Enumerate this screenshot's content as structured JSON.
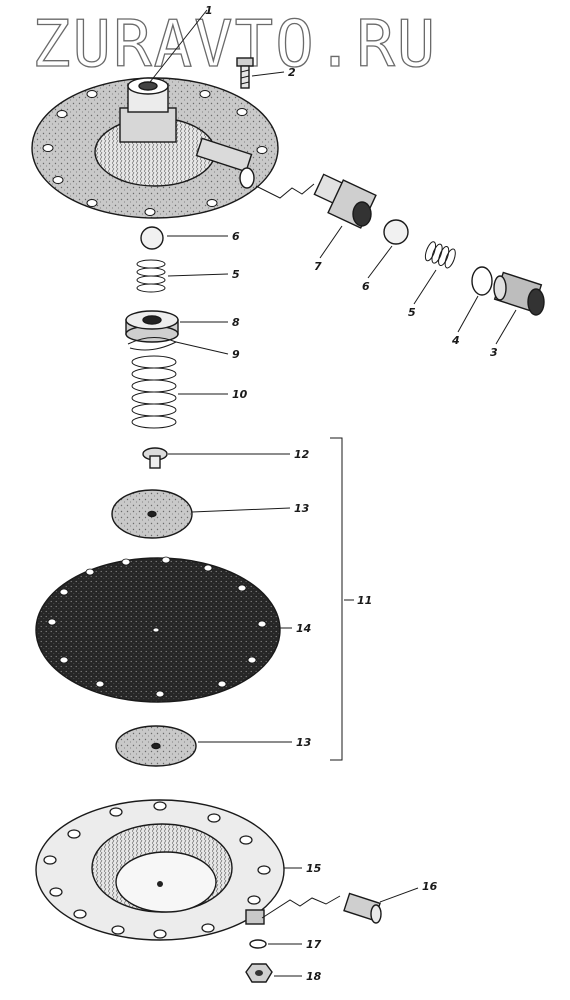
{
  "watermark": "ZURAVTO.RU",
  "callouts": {
    "c1": "1",
    "c2": "2",
    "c3": "3",
    "c4": "4",
    "c5a": "5",
    "c5b": "5",
    "c6a": "6",
    "c6b": "6",
    "c7": "7",
    "c8": "8",
    "c9": "9",
    "c10": "10",
    "c11": "11",
    "c12": "12",
    "c13a": "13",
    "c13b": "13",
    "c14": "14",
    "c15": "15",
    "c16": "16",
    "c17": "17",
    "c18": "18"
  },
  "colors": {
    "ink": "#1a1a1a",
    "paper": "#ffffff",
    "fill": "#dcdcdc",
    "dark": "#2a2a2a"
  }
}
